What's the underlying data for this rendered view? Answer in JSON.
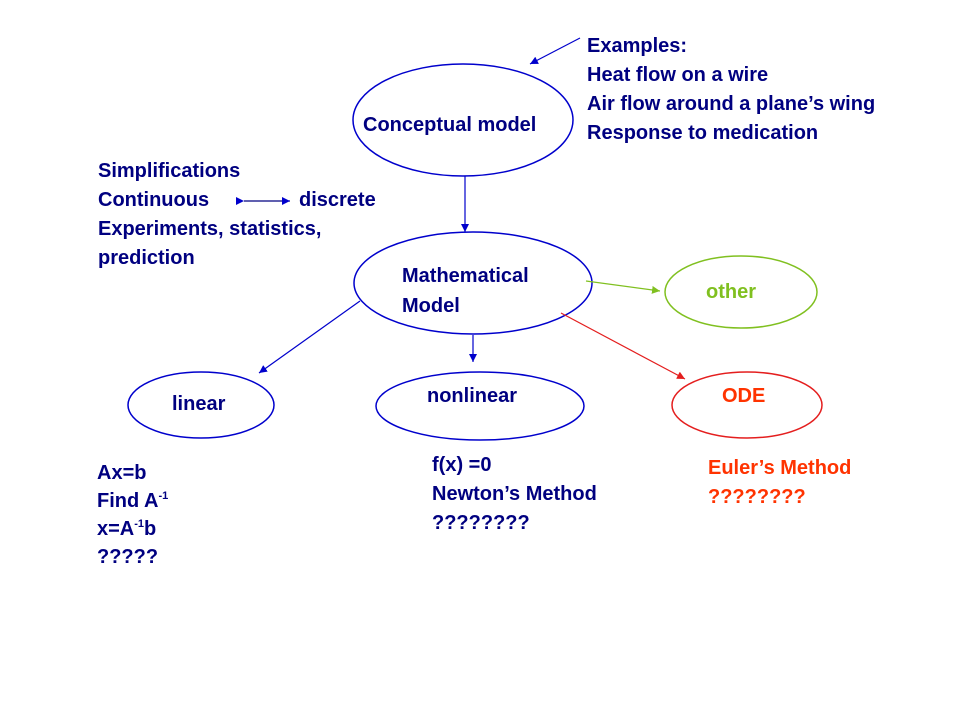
{
  "colors": {
    "text": "#000080",
    "outline": "#0000cc",
    "other": "#80c020",
    "ode": "#e41e1e",
    "euler_text": "#ff3300"
  },
  "nodes": {
    "conceptual": "Conceptual model",
    "mathematical": [
      "Mathematical",
      "Model"
    ],
    "other": "other",
    "linear": "linear",
    "nonlinear": "nonlinear",
    "ode": "ODE"
  },
  "examples": [
    "Examples:",
    "Heat flow on a wire",
    "Air flow around a plane’s wing",
    "Response to medication"
  ],
  "simplifications": {
    "title": "Simplifications",
    "continuous": "Continuous",
    "discrete": "discrete",
    "experiments": "Experiments, statistics,",
    "prediction": "prediction"
  },
  "linear_notes": {
    "line1": "Ax=b",
    "find_prefix": "Find A",
    "find_sup": "-1",
    "x_prefix": "x=A",
    "x_sup": "-1",
    "x_suffix": "b",
    "unknown": "?????"
  },
  "nonlinear_notes": [
    "f(x) =0",
    "Newton’s Method",
    "????????"
  ],
  "ode_notes": [
    "Euler’s Method",
    "????????"
  ]
}
